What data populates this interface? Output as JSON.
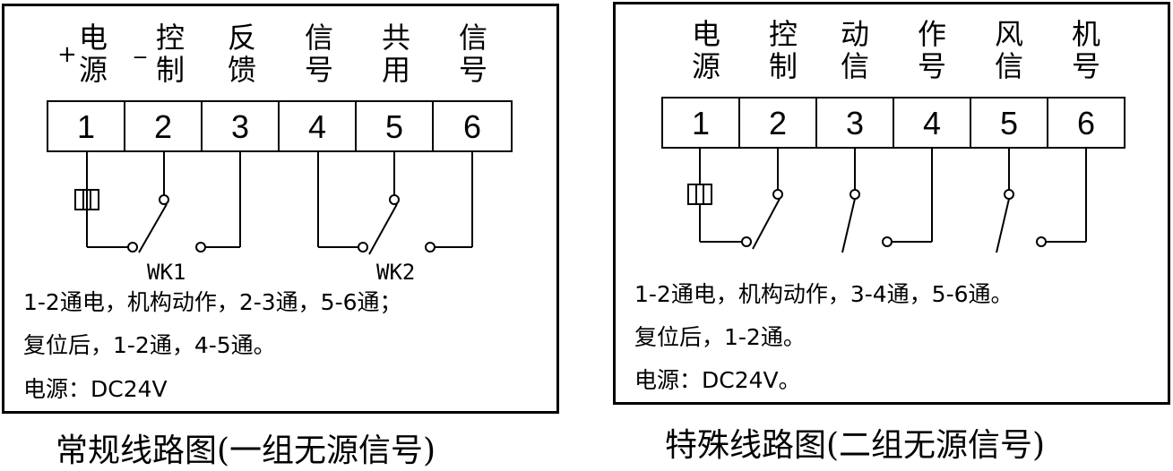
{
  "left": {
    "headers": [
      "电源",
      "控制",
      "反馈",
      "信号",
      "共用",
      "信号"
    ],
    "plus": "+",
    "minus": "_",
    "terminals": [
      "1",
      "2",
      "3",
      "4",
      "5",
      "6"
    ],
    "switch_labels": [
      "WK1",
      "WK2"
    ],
    "notes": [
      "1-2通电，机构动作，2-3通，5-6通；",
      "复位后，1-2通，4-5通。",
      "电源：DC24V"
    ],
    "caption": "常规线路图(一组无源信号)"
  },
  "right": {
    "headers": [
      "电源",
      "控制",
      "动信",
      "作号",
      "风信",
      "机号"
    ],
    "terminals": [
      "1",
      "2",
      "3",
      "4",
      "5",
      "6"
    ],
    "notes": [
      "1-2通电，机构动作，3-4通，5-6通。",
      "复位后，1-2通。",
      "电源：DC24V。"
    ],
    "caption": "特殊线路图(二组无源信号)"
  }
}
